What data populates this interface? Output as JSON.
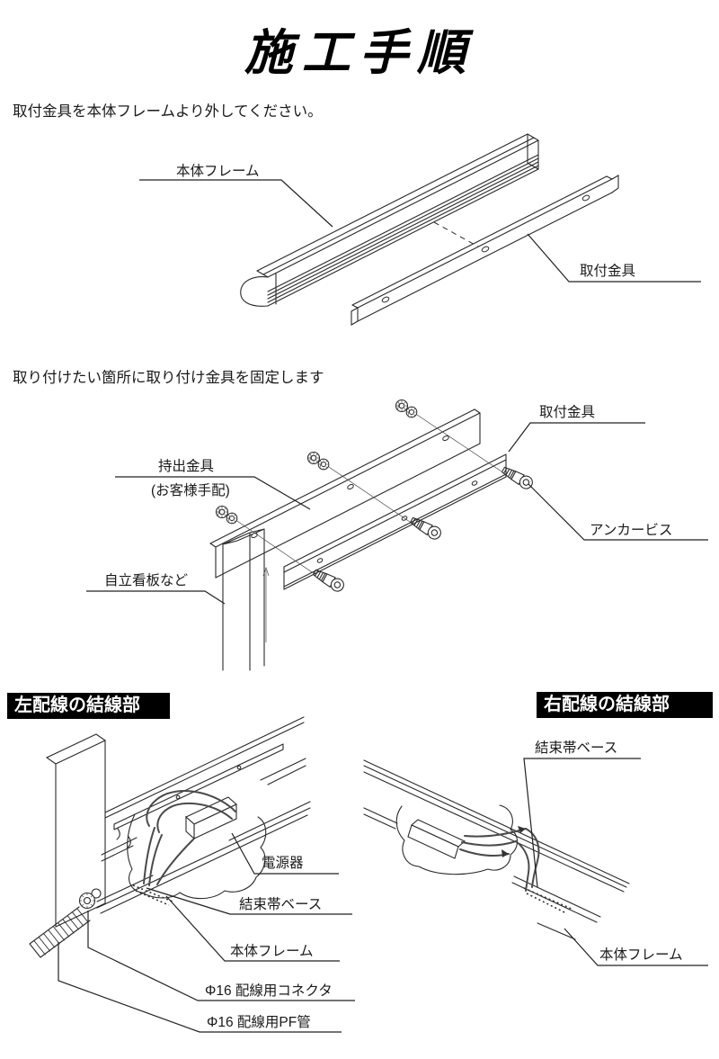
{
  "page": {
    "title": "施工手順"
  },
  "colors": {
    "line": "#2a2a2a",
    "text": "#1a1a1a",
    "header_bg": "#000000",
    "header_text": "#ffffff"
  },
  "step1": {
    "instruction": "取付金具を本体フレームより外してください。",
    "labels": {
      "frame": "本体フレーム",
      "bracket": "取付金具"
    }
  },
  "step2": {
    "instruction": "取り付けたい箇所に取り付け金具を固定します",
    "labels": {
      "bracket": "取付金具",
      "support_bracket": "持出金具",
      "support_bracket_note": "(お客様手配)",
      "anchor_screw": "アンカービス",
      "standing_sign": "自立看板など"
    }
  },
  "wiring_left": {
    "header": "左配線の結線部",
    "labels": {
      "power_supply": "電源器",
      "cable_tie_base": "結束帯ベース",
      "frame": "本体フレーム",
      "connector": "Φ16 配線用コネクタ",
      "pf_tube": "Φ16 配線用PF管"
    }
  },
  "wiring_right": {
    "header": "右配線の結線部",
    "labels": {
      "cable_tie_base": "結束帯ベース",
      "frame": "本体フレーム"
    }
  }
}
